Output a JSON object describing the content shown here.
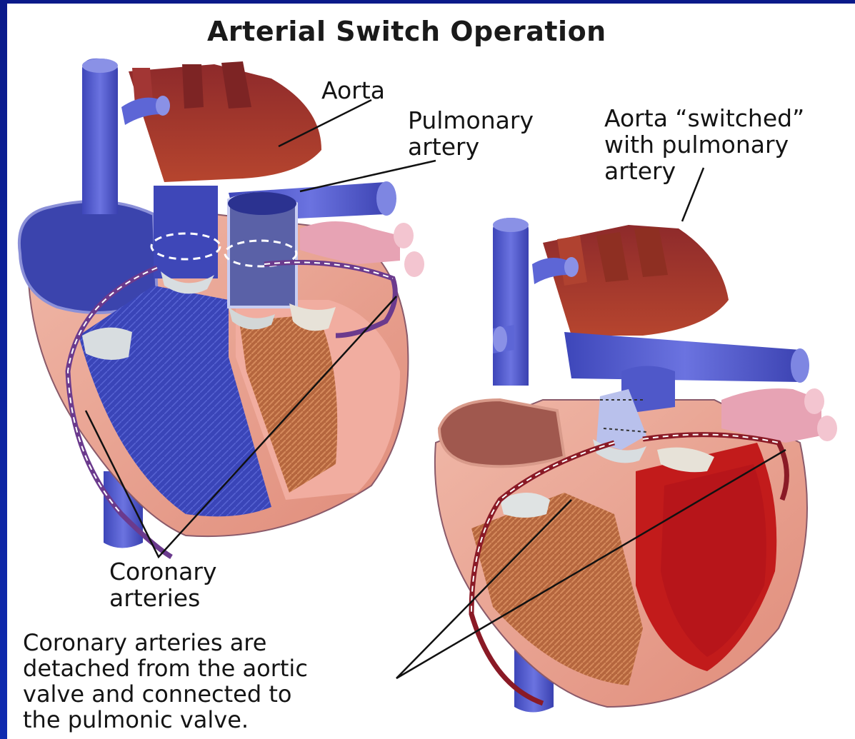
{
  "title": "Arterial Switch Operation",
  "labels": {
    "aorta": "Aorta",
    "pulmonary_artery": "Pulmonary\nartery",
    "aorta_switched": "Aorta “switched”\nwith pulmonary\nartery",
    "coronary_arteries": "Coronary\narteries",
    "caption": "Coronary arteries are\ndetached from the aortic\nvalve and connected to\nthe pulmonic valve."
  },
  "colors": {
    "frame": "#0d1a8f",
    "vein_blue": "#5a63d6",
    "aorta_red": "#9a2e2c",
    "muscle_pink": "#e9a391",
    "lumen_red": "#c21b1b"
  }
}
